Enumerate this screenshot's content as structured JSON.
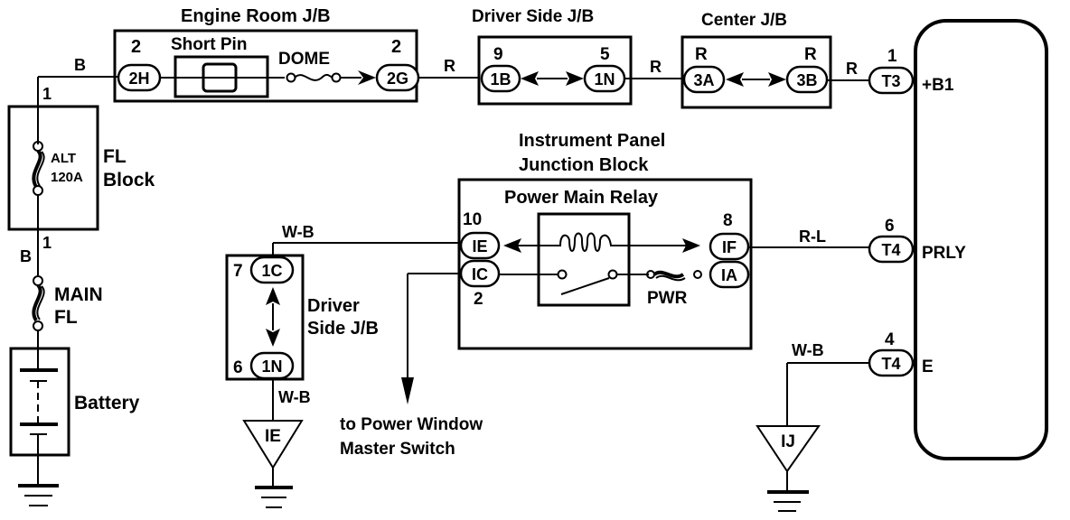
{
  "diagram": {
    "title": "Power Main Relay Wiring Diagram",
    "colors": {
      "line": "#000000",
      "background": "#ffffff"
    },
    "blocks": {
      "engine_room": {
        "label": "Engine Room J/B",
        "short_pin": "Short Pin",
        "fuse": "DOME",
        "conn_left": {
          "pin": "2",
          "id": "2H"
        },
        "conn_right": {
          "pin": "2",
          "id": "2G"
        }
      },
      "driver_side_top": {
        "label": "Driver Side J/B",
        "conn_left": {
          "pin": "9",
          "id": "1B"
        },
        "conn_right": {
          "pin": "5",
          "id": "1N"
        }
      },
      "center": {
        "label": "Center J/B",
        "conn_left": {
          "pin": "R",
          "id": "3A"
        },
        "conn_right": {
          "pin": "R",
          "id": "3B"
        }
      },
      "fl_block": {
        "label_line1": "FL",
        "label_line2": "Block",
        "fuse_line1": "ALT",
        "fuse_line2": "120A",
        "pin_top": "1",
        "pin_bottom": "1"
      },
      "main_fl": {
        "line1": "MAIN",
        "line2": "FL"
      },
      "battery": {
        "label": "Battery"
      },
      "ip_jb": {
        "label_line1": "Instrument Panel",
        "label_line2": "Junction Block",
        "relay": "Power Main Relay",
        "fuse": "PWR",
        "conn_ie": {
          "pin": "10",
          "id": "IE"
        },
        "conn_ic": {
          "pin": "2",
          "id": "IC"
        },
        "conn_if": {
          "pin": "8",
          "id": "IF"
        },
        "conn_ia": {
          "id": "IA"
        }
      },
      "driver_side_left": {
        "label_line1": "Driver",
        "label_line2": "Side J/B",
        "conn_top": {
          "pin": "7",
          "id": "1C"
        },
        "conn_bottom": {
          "pin": "6",
          "id": "1N"
        }
      },
      "ecu": {
        "t3": {
          "pin": "1",
          "id": "T3",
          "terminal": "+B1"
        },
        "t4_prly": {
          "pin": "6",
          "id": "T4",
          "terminal": "PRLY"
        },
        "t4_e": {
          "pin": "4",
          "id": "T4",
          "terminal": "E"
        }
      }
    },
    "wires": {
      "b_top": "B",
      "b_mid": "B",
      "r1": "R",
      "r2": "R",
      "r3": "R",
      "wb_top": "W-B",
      "wb_ground": "W-B",
      "rl": "R-L",
      "wb_right": "W-B"
    },
    "grounds": {
      "left": "IE",
      "right": "IJ"
    },
    "destination": {
      "line1": "to Power Window",
      "line2": "Master Switch"
    }
  }
}
